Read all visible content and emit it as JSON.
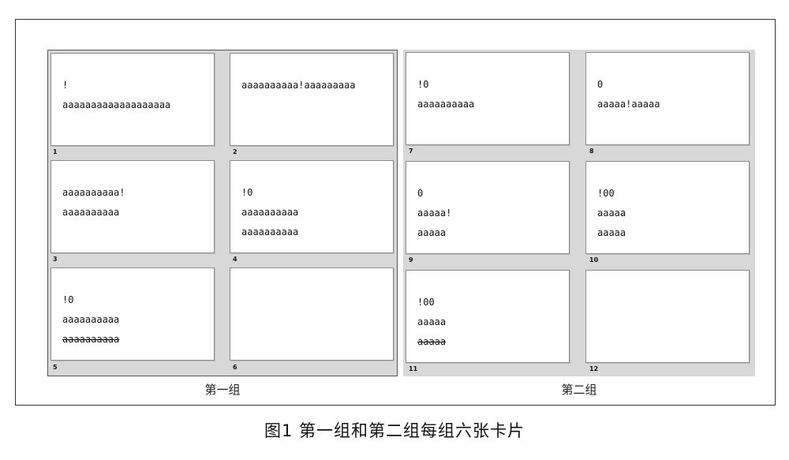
{
  "groups": [
    {
      "label": "第一组",
      "cards": [
        {
          "number": "1",
          "lines": [
            {
              "text": "!"
            },
            {
              "text": "aaaaaaaaaaaaaaaaaaa"
            }
          ]
        },
        {
          "number": "2",
          "lines": [
            {
              "text": "aaaaaaaaaa!aaaaaaaaa"
            }
          ]
        },
        {
          "number": "3",
          "lines": [
            {
              "text": "aaaaaaaaaa!"
            },
            {
              "text": "aaaaaaaaaa"
            }
          ]
        },
        {
          "number": "4",
          "lines": [
            {
              "text": "!0"
            },
            {
              "text": "aaaaaaaaaa"
            },
            {
              "text": "aaaaaaaaaa"
            }
          ]
        },
        {
          "number": "5",
          "lines": [
            {
              "text": "!0"
            },
            {
              "text": "aaaaaaaaaa"
            },
            {
              "text": "aaaaaaaaaa",
              "strikethrough": true
            }
          ]
        },
        {
          "number": "6",
          "lines": []
        }
      ]
    },
    {
      "label": "第二组",
      "cards": [
        {
          "number": "7",
          "lines": [
            {
              "text": "!0"
            },
            {
              "text": "aaaaaaaaaa"
            }
          ]
        },
        {
          "number": "8",
          "lines": [
            {
              "text": "0"
            },
            {
              "text": "aaaaa!aaaaa"
            }
          ]
        },
        {
          "number": "9",
          "lines": [
            {
              "text": "0"
            },
            {
              "text": "aaaaa!"
            },
            {
              "text": "aaaaa"
            }
          ]
        },
        {
          "number": "10",
          "lines": [
            {
              "text": "!00"
            },
            {
              "text": "aaaaa"
            },
            {
              "text": "aaaaa"
            }
          ]
        },
        {
          "number": "11",
          "lines": [
            {
              "text": "!00"
            },
            {
              "text": "aaaaa"
            },
            {
              "text": "aaaaa",
              "strikethrough": true
            }
          ]
        },
        {
          "number": "12",
          "lines": []
        }
      ]
    }
  ],
  "caption": "图1 第一组和第二组每组六张卡片"
}
